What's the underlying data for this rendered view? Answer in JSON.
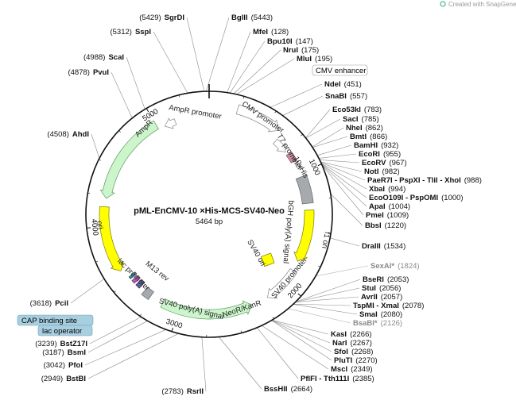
{
  "credit": "Created with SnapGene®",
  "title": "pML-EnCMV-10 ×His-MCS-SV40-Neo",
  "size_label": "5464 bp",
  "ring_ticks": [
    {
      "text": "1000",
      "bp": 1000
    },
    {
      "text": "2000",
      "bp": 2000
    },
    {
      "text": "3000",
      "bp": 3000
    },
    {
      "text": "4000",
      "bp": 4000
    },
    {
      "text": "5000",
      "bp": 5000
    }
  ],
  "sites_right": [
    {
      "name": "BglII",
      "pos": "(5443)",
      "bp": 5443,
      "grey": false
    },
    {
      "name": "MfeI",
      "pos": "(128)",
      "bp": 128,
      "grey": false
    },
    {
      "name": "Bpu10I",
      "pos": "(147)",
      "bp": 147,
      "grey": false
    },
    {
      "name": "NruI",
      "pos": "(175)",
      "bp": 175,
      "grey": false
    },
    {
      "name": "MluI",
      "pos": "(195)",
      "bp": 195,
      "grey": false
    },
    {
      "name": "NdeI",
      "pos": "(451)",
      "bp": 451,
      "grey": false
    },
    {
      "name": "SnaBI",
      "pos": "(557)",
      "bp": 557,
      "grey": false
    },
    {
      "name": "Eco53kI",
      "pos": "(783)",
      "bp": 783,
      "grey": false
    },
    {
      "name": "SacI",
      "pos": "(785)",
      "bp": 785,
      "grey": false
    },
    {
      "name": "NheI",
      "pos": "(862)",
      "bp": 862,
      "grey": false
    },
    {
      "name": "BmtI",
      "pos": "(866)",
      "bp": 866,
      "grey": false
    },
    {
      "name": "BamHI",
      "pos": "(932)",
      "bp": 932,
      "grey": false
    },
    {
      "name": "EcoRI",
      "pos": "(955)",
      "bp": 955,
      "grey": false
    },
    {
      "name": "EcoRV",
      "pos": "(967)",
      "bp": 967,
      "grey": false
    },
    {
      "name": "NotI",
      "pos": "(982)",
      "bp": 982,
      "grey": false
    },
    {
      "name": "PaeR7I - PspXI - TliI - XhoI",
      "pos": "(988)",
      "bp": 988,
      "grey": false
    },
    {
      "name": "XbaI",
      "pos": "(994)",
      "bp": 994,
      "grey": false
    },
    {
      "name": "EcoO109I - PspOMI",
      "pos": "(1000)",
      "bp": 1000,
      "grey": false
    },
    {
      "name": "ApaI",
      "pos": "(1004)",
      "bp": 1004,
      "grey": false
    },
    {
      "name": "PmeI",
      "pos": "(1009)",
      "bp": 1009,
      "grey": false
    },
    {
      "name": "BbsI",
      "pos": "(1220)",
      "bp": 1220,
      "grey": false
    },
    {
      "name": "DraIII",
      "pos": "(1534)",
      "bp": 1534,
      "grey": false
    },
    {
      "name": "SexAI*",
      "pos": "(1824)",
      "bp": 1824,
      "grey": true
    },
    {
      "name": "BseRI",
      "pos": "(2053)",
      "bp": 2053,
      "grey": false
    },
    {
      "name": "StuI",
      "pos": "(2056)",
      "bp": 2056,
      "grey": false
    },
    {
      "name": "AvrII",
      "pos": "(2057)",
      "bp": 2057,
      "grey": false
    },
    {
      "name": "TspMI - XmaI",
      "pos": "(2078)",
      "bp": 2078,
      "grey": false
    },
    {
      "name": "SmaI",
      "pos": "(2080)",
      "bp": 2080,
      "grey": false
    },
    {
      "name": "BsaBI*",
      "pos": "(2126)",
      "bp": 2126,
      "grey": true
    },
    {
      "name": "KasI",
      "pos": "(2266)",
      "bp": 2266,
      "grey": false
    },
    {
      "name": "NarI",
      "pos": "(2267)",
      "bp": 2267,
      "grey": false
    },
    {
      "name": "SfoI",
      "pos": "(2268)",
      "bp": 2268,
      "grey": false
    },
    {
      "name": "PluTI",
      "pos": "(2270)",
      "bp": 2270,
      "grey": false
    },
    {
      "name": "MscI",
      "pos": "(2349)",
      "bp": 2349,
      "grey": false
    },
    {
      "name": "PflFI - Tth111I",
      "pos": "(2385)",
      "bp": 2385,
      "grey": false
    },
    {
      "name": "BssHII",
      "pos": "(2664)",
      "bp": 2664,
      "grey": false
    }
  ],
  "sites_left": [
    {
      "name": "SgrDI",
      "pos": "(5429)",
      "bp": 5429
    },
    {
      "name": "SspI",
      "pos": "(5312)",
      "bp": 5312
    },
    {
      "name": "ScaI",
      "pos": "(4988)",
      "bp": 4988
    },
    {
      "name": "PvuI",
      "pos": "(4878)",
      "bp": 4878
    },
    {
      "name": "AhdI",
      "pos": "(4508)",
      "bp": 4508
    },
    {
      "name": "PciI",
      "pos": "(3618)",
      "bp": 3618
    },
    {
      "name": "BstZ17I",
      "pos": "(3239)",
      "bp": 3239
    },
    {
      "name": "BsmI",
      "pos": "(3187)",
      "bp": 3187
    },
    {
      "name": "PfoI",
      "pos": "(3042)",
      "bp": 3042
    },
    {
      "name": "BstBI",
      "pos": "(2949)",
      "bp": 2949
    },
    {
      "name": "RsrII",
      "pos": "(2783)",
      "bp": 2783
    }
  ],
  "feature_labels": {
    "cmv_enhancer": "CMV enhancer",
    "cmv_promoter": "CMV promoter",
    "t7_promoter": "T7 promoter",
    "his10": "10xHis",
    "bgh": "bGH poly(A) signal",
    "f1_ori": "f1 ori",
    "sv40_ori": "SV40 ori",
    "sv40_promoter": "SV40 promoter",
    "neor": "NeoR/KanR",
    "sv40_polya": "SV40 poly(A) signal",
    "m13_rev": "M13 rev",
    "lac_promoter": "lac promoter",
    "ori": "ori",
    "ampr": "AmpR",
    "ampr_promoter": "AmpR promoter",
    "cap_site": "CAP binding site",
    "lac_operator": "lac operator"
  },
  "colors": {
    "backbone": "#111111",
    "ampr": "#ccf5cc",
    "neor": "#ccf5cc",
    "ori": "#ffff00",
    "promoter": "#ffffff",
    "terminator": "#a6a9ad",
    "his": "#cc8ca0",
    "snapgene": "#4fb38a",
    "callout_box": "#a8cfe0"
  }
}
